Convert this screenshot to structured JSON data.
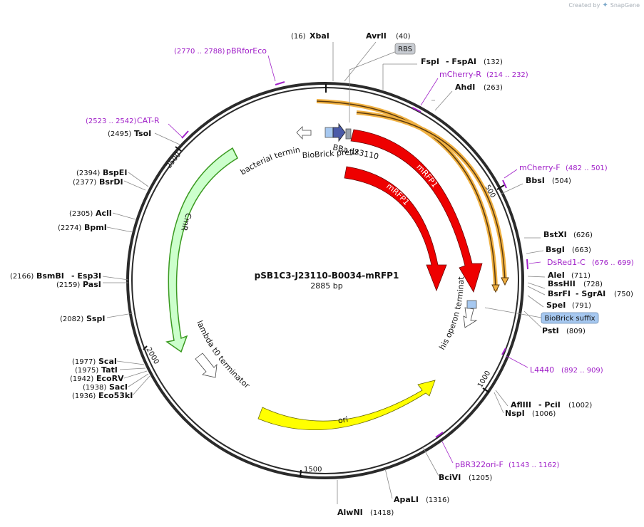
{
  "brand": {
    "created_by": "Created by",
    "name": "SnapGene"
  },
  "plasmid": {
    "name": "pSB1C3-J23110-B0034-mRFP1",
    "length": "2885 bp"
  },
  "ticks": [
    "500",
    "1000",
    "1500",
    "2000",
    "2500"
  ],
  "sites": [
    {
      "name": "XbaI",
      "pos": "(16)"
    },
    {
      "name": "AvrII",
      "pos": "(40)"
    },
    {
      "name": "FspI",
      "alias": "- FspAI",
      "pos": "(132)"
    },
    {
      "name": "AhdI",
      "pos": "(263)"
    },
    {
      "name": "BbsI",
      "pos": "(504)"
    },
    {
      "name": "BstXI",
      "pos": "(626)"
    },
    {
      "name": "BsgI",
      "pos": "(663)"
    },
    {
      "name": "AleI",
      "pos": "(711)"
    },
    {
      "name": "BssHII",
      "pos": "(728)"
    },
    {
      "name": "BsrFI",
      "alias": "- SgrAI",
      "pos": "(750)"
    },
    {
      "name": "SpeI",
      "pos": "(791)"
    },
    {
      "name": "PstI",
      "pos": "(809)"
    },
    {
      "name": "AflIII",
      "alias": "- PciI",
      "pos": "(1002)"
    },
    {
      "name": "NspI",
      "pos": "(1006)"
    },
    {
      "name": "BciVI",
      "pos": "(1205)"
    },
    {
      "name": "ApaLI",
      "pos": "(1316)"
    },
    {
      "name": "AlwNI",
      "pos": "(1418)"
    },
    {
      "name": "Eco53kI",
      "pos": "(1936)"
    },
    {
      "name": "SacI",
      "pos": "(1938)"
    },
    {
      "name": "EcoRV",
      "pos": "(1942)"
    },
    {
      "name": "TatI",
      "pos": "(1975)"
    },
    {
      "name": "ScaI",
      "pos": "(1977)"
    },
    {
      "name": "SspI",
      "pos": "(2082)"
    },
    {
      "name": "PasI",
      "pos": "(2159)"
    },
    {
      "name": "BsmBI",
      "alias": "- Esp3I",
      "pos": "(2166)"
    },
    {
      "name": "BpmI",
      "pos": "(2274)"
    },
    {
      "name": "AclI",
      "pos": "(2305)"
    },
    {
      "name": "BsrDI",
      "pos": "(2377)"
    },
    {
      "name": "BspEI",
      "pos": "(2394)"
    },
    {
      "name": "TsoI",
      "pos": "(2495)"
    }
  ],
  "primers": [
    {
      "name": "pBRforEco",
      "range": "(2770 .. 2788)"
    },
    {
      "name": "mCherry-R",
      "range": "(214 .. 232)"
    },
    {
      "name": "mCherry-F",
      "range": "(482 .. 501)"
    },
    {
      "name": "DsRed1-C",
      "range": "(676 .. 699)"
    },
    {
      "name": "L4440",
      "range": "(892 .. 909)"
    },
    {
      "name": "pBR322ori-F",
      "range": "(1143 .. 1162)"
    },
    {
      "name": "CAT-R",
      "range": "(2523 .. 2542)"
    }
  ],
  "features": {
    "rbs": "RBS",
    "biobrick_suffix": "BioBrick suffix",
    "bba": "BBa_J23110",
    "biobrick_prefix": "BioBrick prefix",
    "bacterial_terminator": "bacterial terminator",
    "mrfp1_outer": "mRFP1",
    "mrfp1_inner": "mRFP1",
    "his_operon_terminator": "his operon terminator",
    "cmr": "CmR",
    "lambda_terminator": "lambda t0 terminator",
    "ori": "ori"
  },
  "colors": {
    "backbone": "#2b2b2b",
    "mrfp1": "#ee0000",
    "cmr": "#ccffcc",
    "ori": "#ffff00",
    "primer": "#a020c8",
    "orange_outline": "#f0b040",
    "promoter": "#4a5aa8",
    "misc": "#9aa3ad",
    "suffix": "#a6c8f0"
  }
}
